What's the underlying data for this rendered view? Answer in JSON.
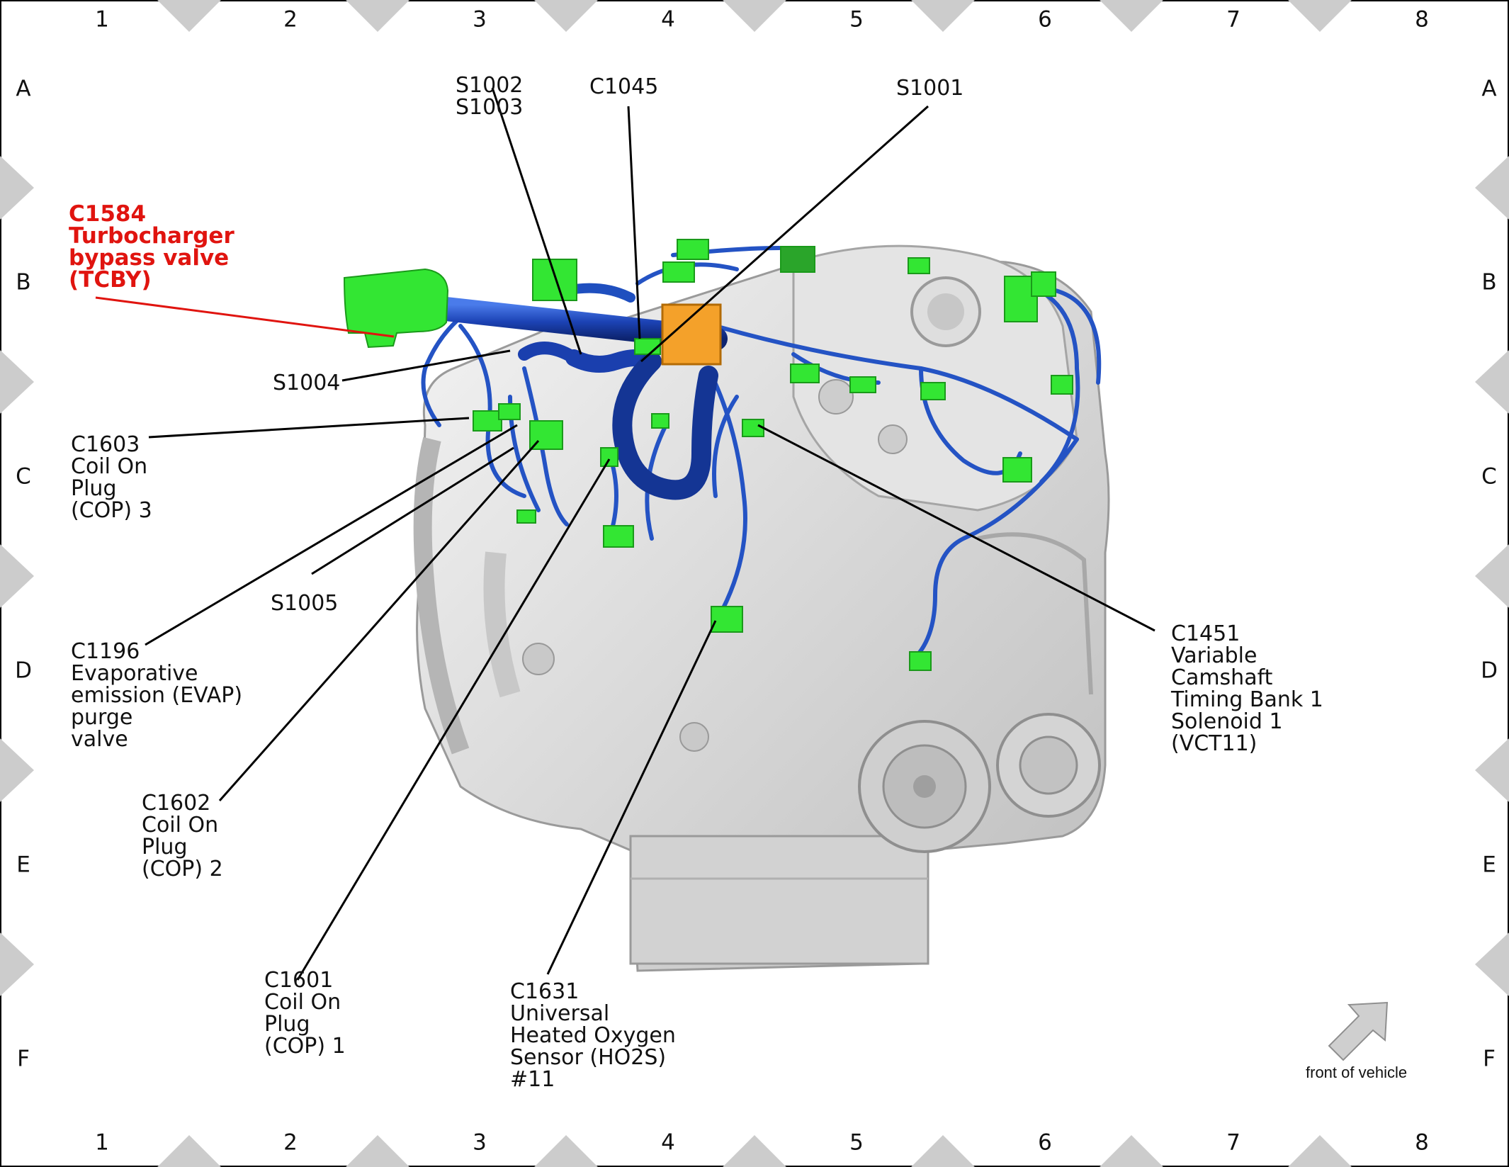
{
  "grid": {
    "columns": [
      "1",
      "2",
      "3",
      "4",
      "5",
      "6",
      "7",
      "8"
    ],
    "rows": [
      "A",
      "B",
      "C",
      "D",
      "E",
      "F"
    ]
  },
  "callouts": {
    "c1584": [
      "C1584",
      "Turbocharger",
      "bypass valve",
      "(TCBY)"
    ],
    "s1002_s1003": [
      "S1002",
      "S1003"
    ],
    "c1045": [
      "C1045"
    ],
    "s1001": [
      "S1001"
    ],
    "s1004": [
      "S1004"
    ],
    "c1603": [
      "C1603",
      "Coil On",
      "Plug",
      "(COP) 3"
    ],
    "s1005": [
      "S1005"
    ],
    "c1196": [
      "C1196",
      "Evaporative",
      "emission (EVAP)",
      "purge",
      "valve"
    ],
    "c1602": [
      "C1602",
      "Coil On",
      "Plug",
      "(COP) 2"
    ],
    "c1601": [
      "C1601",
      "Coil On",
      "Plug",
      "(COP) 1"
    ],
    "c1631": [
      "C1631",
      "Universal",
      "Heated Oxygen",
      "Sensor (HO2S)",
      "#11"
    ],
    "c1451": [
      "C1451",
      "Variable",
      "Camshaft",
      "Timing Bank 1",
      "Solenoid 1",
      "(VCT11)"
    ]
  },
  "front_of_vehicle": "front of vehicle",
  "colors": {
    "highlight_text": "#e0140f",
    "connector": "#33e633",
    "harness": "#1f4fbf",
    "junction_block": "#f4a12a",
    "engine": "#d9d9d9",
    "frame_triangles": "#cccccc"
  }
}
